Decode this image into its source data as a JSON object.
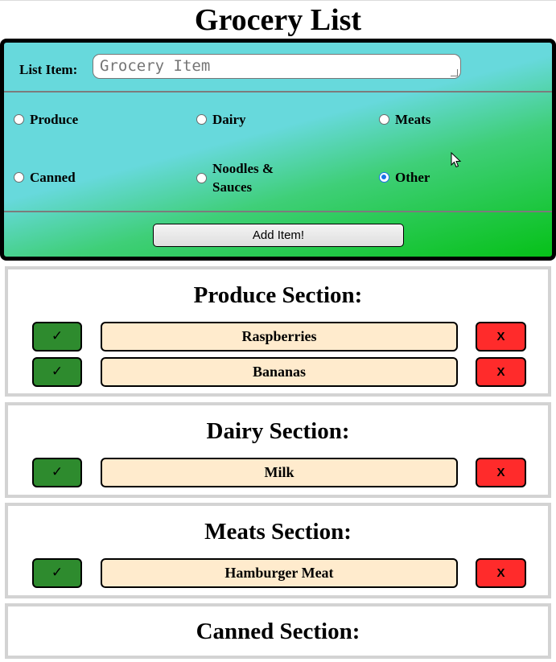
{
  "page": {
    "title": "Grocery List"
  },
  "form": {
    "input_label": "List Item:",
    "input_placeholder": "Grocery Item",
    "input_value": "",
    "categories": [
      {
        "label": "Produce",
        "checked": false
      },
      {
        "label": "Dairy",
        "checked": false
      },
      {
        "label": "Meats",
        "checked": false
      },
      {
        "label": "Canned",
        "checked": false
      },
      {
        "label": "Noodles &",
        "label2": "Sauces",
        "checked": false
      },
      {
        "label": "Other",
        "checked": true
      }
    ],
    "add_button_label": "Add Item!"
  },
  "sections": [
    {
      "title": "Produce Section:",
      "items": [
        {
          "name": "Raspberries",
          "check_label": "✓",
          "remove_label": "X"
        },
        {
          "name": "Bananas",
          "check_label": "✓",
          "remove_label": "X"
        }
      ]
    },
    {
      "title": "Dairy Section:",
      "items": [
        {
          "name": "Milk",
          "check_label": "✓",
          "remove_label": "X"
        }
      ]
    },
    {
      "title": "Meats Section:",
      "items": [
        {
          "name": "Hamburger Meat",
          "check_label": "✓",
          "remove_label": "X"
        }
      ]
    },
    {
      "title": "Canned Section:",
      "items": []
    }
  ],
  "colors": {
    "panel_top": "#67d9dc",
    "panel_bottom": "#06c118",
    "check_button": "#2e8b2e",
    "remove_button": "#ff2b2b",
    "item_background": "#ffebcd",
    "radio_selected": "#1a73e8"
  },
  "icons": {
    "cursor": "mouse-pointer-icon",
    "check": "checkmark-icon",
    "remove": "x-icon"
  }
}
